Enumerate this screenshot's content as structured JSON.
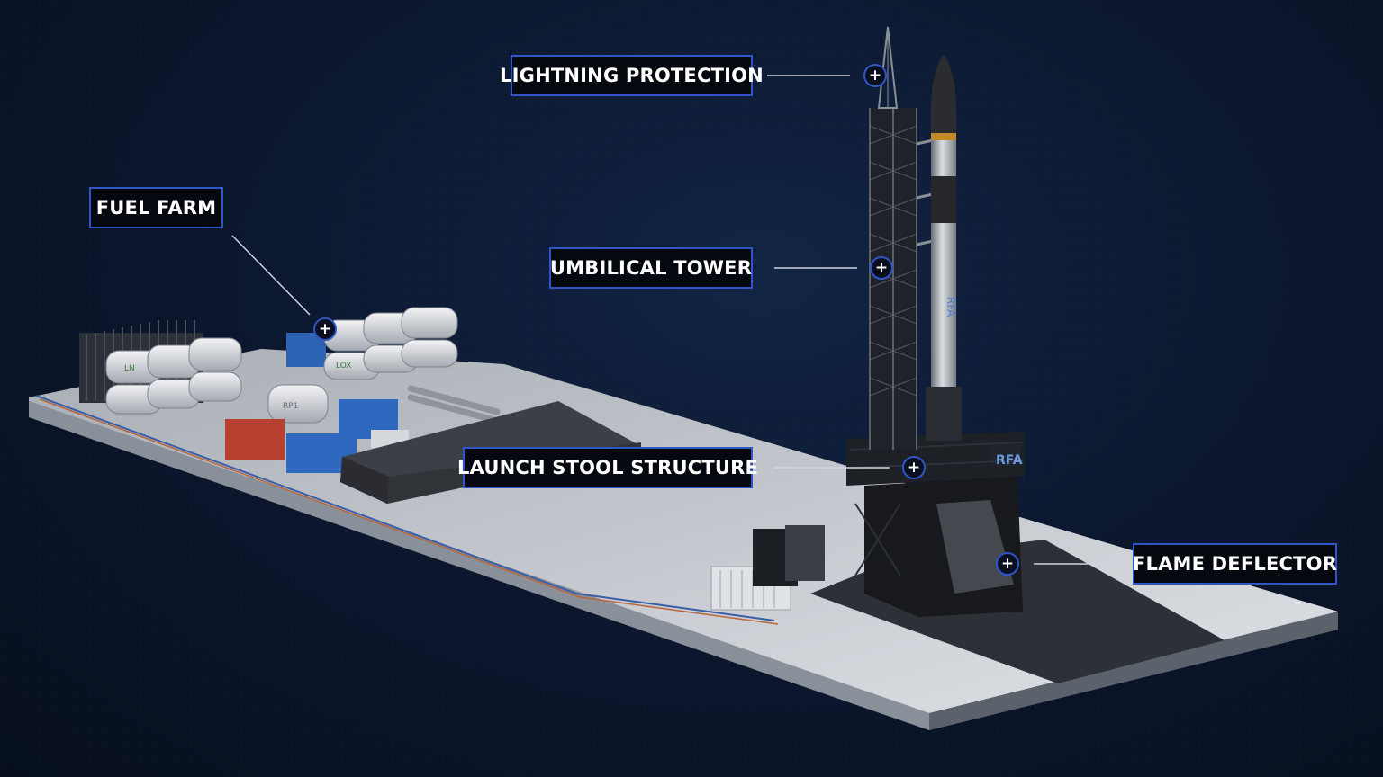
{
  "callouts": {
    "lightning_protection": "LIGHTNING PROTECTION",
    "fuel_farm": "FUEL FARM",
    "umbilical_tower": "UMBILICAL TOWER",
    "launch_stool_structure": "LAUNCH STOOL STRUCTURE",
    "flame_deflector": "FLAME DEFLECTOR"
  },
  "hotspot_symbol": "+",
  "markings": {
    "vehicle_logo": "RFA",
    "tank_ln": "LN",
    "tank_lox": "LOX",
    "tank_rp": "RP1"
  },
  "colors": {
    "background": "#0b1526",
    "accent": "#2f56c8",
    "label_bg": "#05080f"
  }
}
